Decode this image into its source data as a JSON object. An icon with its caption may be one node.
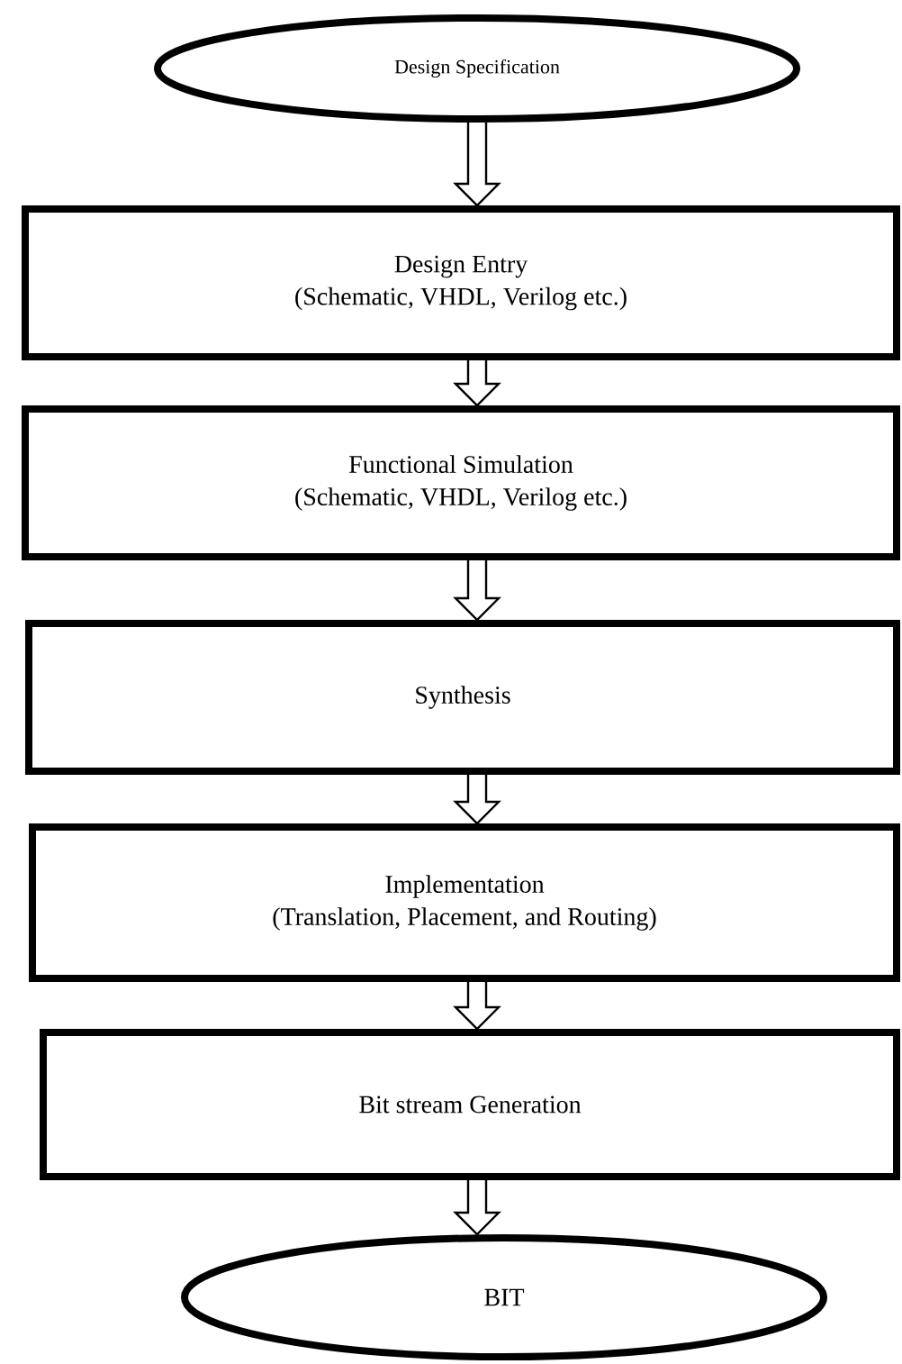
{
  "diagram": {
    "nodes": [
      {
        "text": [
          "Design Specification"
        ]
      },
      {
        "text": [
          "Design Entry",
          "(Schematic, VHDL, Verilog etc.)"
        ]
      },
      {
        "text": [
          "Functional Simulation",
          "(Schematic, VHDL, Verilog etc.)"
        ]
      },
      {
        "text": [
          "Synthesis"
        ]
      },
      {
        "text": [
          "Implementation",
          "(Translation, Placement, and Routing)"
        ]
      },
      {
        "text": [
          "Bit stream Generation"
        ]
      },
      {
        "text": [
          "BIT"
        ]
      }
    ],
    "edges": [
      {
        "from": 0,
        "to": 1,
        "arrow": "to"
      },
      {
        "from": 1,
        "to": 2,
        "arrow": "to"
      },
      {
        "from": 2,
        "to": 3,
        "arrow": "to"
      },
      {
        "from": 3,
        "to": 4,
        "arrow": "to"
      },
      {
        "from": 4,
        "to": 5,
        "arrow": "to"
      },
      {
        "from": 5,
        "to": 6,
        "arrow": "to"
      }
    ]
  }
}
